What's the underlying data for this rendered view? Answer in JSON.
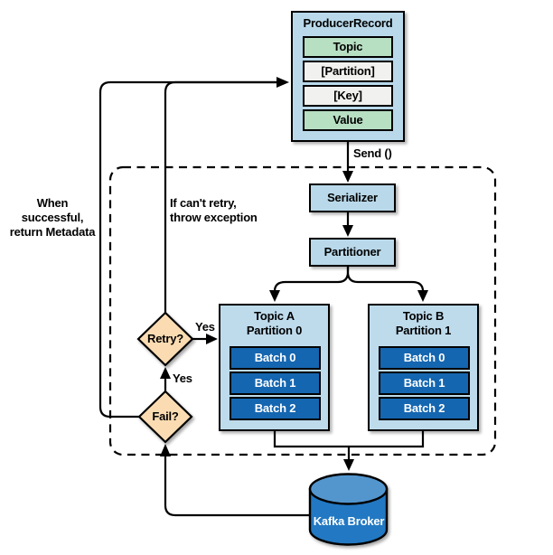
{
  "producer_record": {
    "title": "ProducerRecord",
    "rows": [
      "Topic",
      "[Partition]",
      "[Key]",
      "Value"
    ]
  },
  "send_label": "Send ()",
  "serializer_label": "Serializer",
  "partitioner_label": "Partitioner",
  "topics": [
    {
      "title": "Topic A\nPartition 0",
      "batches": [
        "Batch 0",
        "Batch 1",
        "Batch 2"
      ]
    },
    {
      "title": "Topic B\nPartition 1",
      "batches": [
        "Batch 0",
        "Batch 1",
        "Batch 2"
      ]
    }
  ],
  "decisions": {
    "retry": "Retry?",
    "fail": "Fail?"
  },
  "edge_labels": {
    "retry_yes": "Yes",
    "fail_yes": "Yes",
    "success_note": "When successful,\nreturn Metadata",
    "no_retry_note": "If can't retry,\nthrow exception"
  },
  "broker_label": "Kafka Broker",
  "colors": {
    "node_fill": "#b9d9ea",
    "field_green": "#b7dfc2",
    "field_gray": "#f1f1ef",
    "decision_fill": "#fbdcb2",
    "batch_fill": "#1566b0",
    "broker_body": "#2078c2",
    "broker_top": "#5396ce",
    "line": "#000000"
  }
}
